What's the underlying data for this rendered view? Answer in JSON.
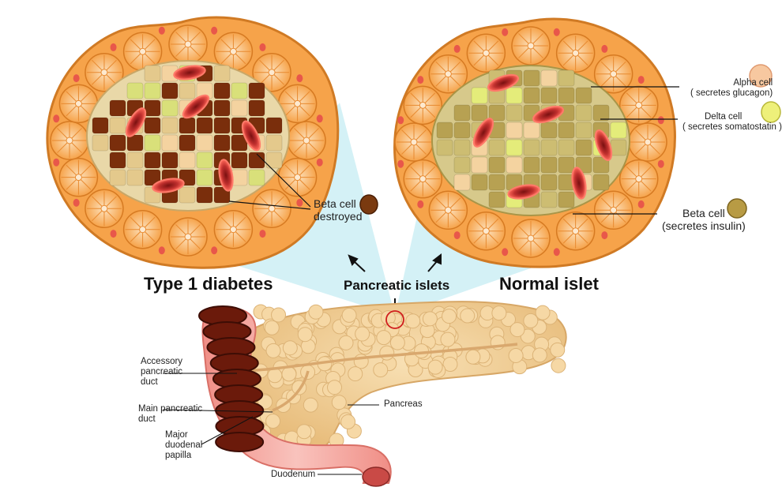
{
  "titles": {
    "type1": "Type 1 diabetes",
    "normal": "Normal islet",
    "pancreatic_islets": "Pancreatic islets"
  },
  "labels": {
    "beta_destroyed_line1": "Beta cell",
    "beta_destroyed_line2": "destroyed",
    "alpha_line1": "Alpha cell",
    "alpha_line2": "( secretes glucagon)",
    "delta_line1": "Delta cell",
    "delta_line2": "( secretes somatostatin )",
    "beta_line1": "Beta cell",
    "beta_line2": "(secretes insulin)",
    "accessory_line1": "Accessory",
    "accessory_line2": "pancreatic",
    "accessory_line3": "duct",
    "main_duct_line1": "Main pancreatic",
    "main_duct_line2": "duct",
    "papilla_line1": "Major",
    "papilla_line2": "duodenal",
    "papilla_line3": "papilla",
    "pancreas": "Pancreas",
    "duodenum": "Duodenum"
  },
  "colors": {
    "acinar_orange": "#f6a34a",
    "acinar_light": "#fbd7a3",
    "islet_olive": "#c9b45d",
    "destroyed_brown": "#7a2e0c",
    "blood_red": "#c0302e",
    "zoom_blue": "#cdeef4",
    "pancreas_tan": "#f1cf97",
    "duodenum_pink": "#f3a7a0"
  }
}
